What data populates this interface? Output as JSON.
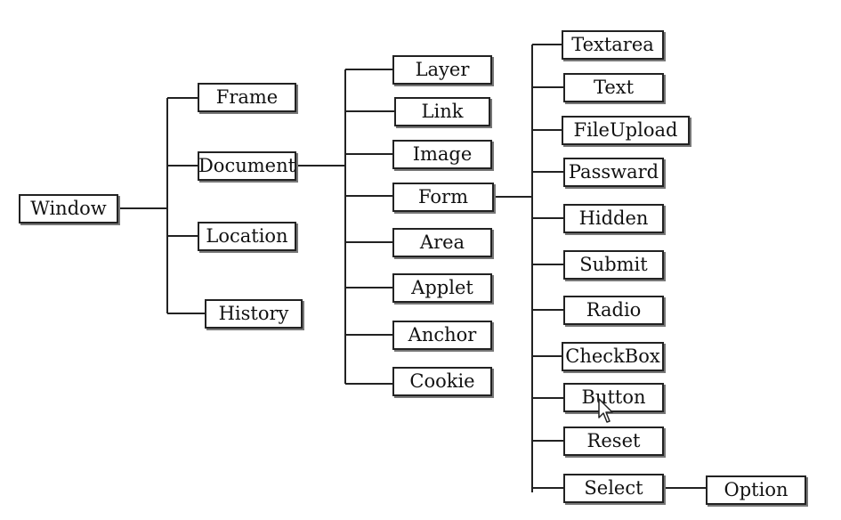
{
  "root": {
    "label": "Window"
  },
  "level1": [
    {
      "label": "Frame"
    },
    {
      "label": "Document"
    },
    {
      "label": "Location"
    },
    {
      "label": "History"
    }
  ],
  "document_children": [
    {
      "label": "Layer"
    },
    {
      "label": "Link"
    },
    {
      "label": "Image"
    },
    {
      "label": "Form"
    },
    {
      "label": "Area"
    },
    {
      "label": "Applet"
    },
    {
      "label": "Anchor"
    },
    {
      "label": "Cookie"
    }
  ],
  "form_children": [
    {
      "label": "Textarea"
    },
    {
      "label": "Text"
    },
    {
      "label": "FileUpload"
    },
    {
      "label": "Passward"
    },
    {
      "label": "Hidden"
    },
    {
      "label": "Submit"
    },
    {
      "label": "Radio"
    },
    {
      "label": "CheckBox"
    },
    {
      "label": "Button"
    },
    {
      "label": "Reset"
    },
    {
      "label": "Select"
    }
  ],
  "select_children": [
    {
      "label": "Option"
    }
  ],
  "icons": {
    "cursor": "mouse-pointer-icon"
  }
}
